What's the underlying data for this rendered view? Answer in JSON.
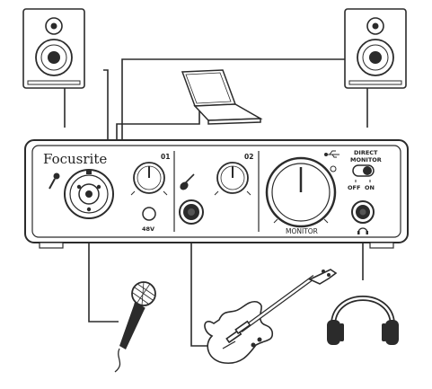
{
  "device": {
    "brand": "Focusrite",
    "channel_1_number": "01",
    "channel_2_number": "02",
    "phantom_label": "48V",
    "monitor_label": "MONITOR",
    "direct_monitor_label_line1": "DIRECT",
    "direct_monitor_label_line2": "MONITOR",
    "direct_monitor_off": "OFF",
    "direct_monitor_on": "ON",
    "direct_monitor_state": "ON"
  },
  "components": {
    "left_speaker": "speaker-icon",
    "right_speaker": "speaker-icon",
    "laptop": "laptop-icon",
    "microphone": "microphone-icon",
    "guitar": "electric-guitar-icon",
    "headphones": "headphones-icon"
  },
  "colors": {
    "line": "#2b2b2b",
    "panel_fill": "#ffffff",
    "accent_dark": "#1a1a1a"
  }
}
